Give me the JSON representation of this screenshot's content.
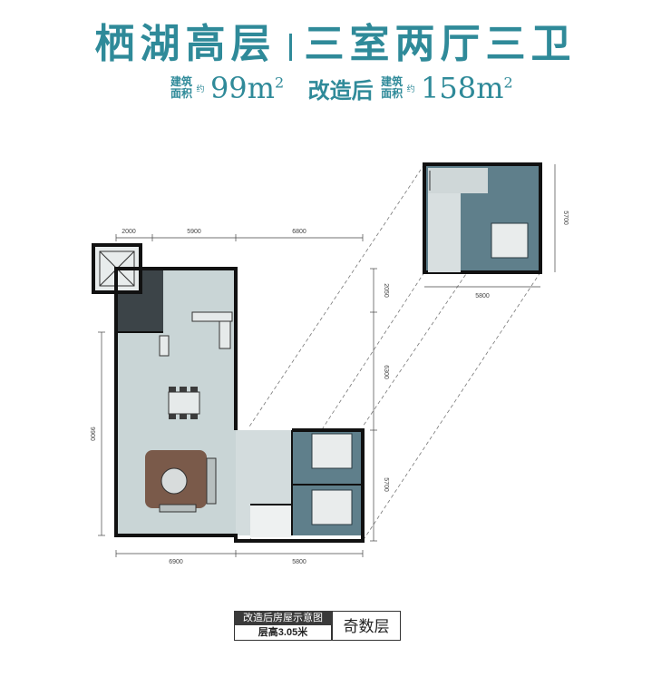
{
  "header": {
    "title_left": "栖湖高层",
    "title_right": "三室两厅三卫"
  },
  "area": {
    "label": "建筑面积",
    "label_line1": "建筑",
    "label_line2": "面积",
    "unit_mark": "约",
    "original_value": "99m",
    "after_label": "改造后",
    "after_value": "158m",
    "superscript": "2"
  },
  "dimensions": {
    "top": [
      "2000",
      "5900",
      "6800"
    ],
    "left": "9900",
    "bottom": [
      "6900",
      "5800"
    ],
    "right_mid": [
      "2050",
      "6300",
      "5700"
    ],
    "inset_right": "5700",
    "inset_bottom": "5800"
  },
  "caption": {
    "title": "改造后房屋示意图",
    "floor_height": "层高3.05米",
    "floor_tag": "奇数层"
  },
  "colors": {
    "brand": "#2f8a99",
    "floor_main": "#c9d5d6",
    "floor_bedroom": "#5f7f8b",
    "wall": "#111111"
  }
}
